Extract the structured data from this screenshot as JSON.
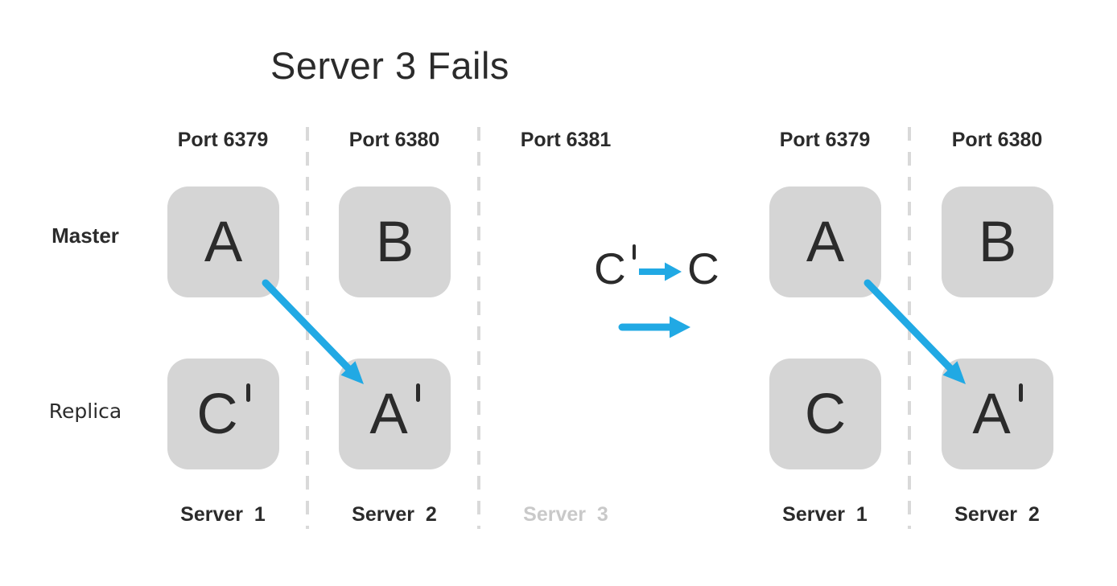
{
  "title": "Server 3 Fails",
  "colors": {
    "accent_blue": "#21A9E4",
    "box_gray": "#D5D5D5",
    "text_dark": "#2B2B2B",
    "faded_gray": "#C9C9C9",
    "divider_gray": "#D9D9D9"
  },
  "row_labels": {
    "master": "Master",
    "replica": "Replica"
  },
  "left_cluster": {
    "ports": [
      "Port 6379",
      "Port 6380",
      "Port 6381"
    ],
    "servers": [
      "Server 1",
      "Server 2",
      "Server 3"
    ],
    "failed_server_index": 2,
    "boxes": {
      "master": [
        {
          "letter": "A",
          "prime": false
        },
        {
          "letter": "B",
          "prime": false
        }
      ],
      "replica": [
        {
          "letter": "C",
          "prime": true
        },
        {
          "letter": "A",
          "prime": true
        }
      ]
    }
  },
  "transition": {
    "from": {
      "letter": "C",
      "prime": true
    },
    "to": {
      "letter": "C",
      "prime": false
    }
  },
  "right_cluster": {
    "ports": [
      "Port 6379",
      "Port 6380"
    ],
    "servers": [
      "Server 1",
      "Server 2"
    ],
    "boxes": {
      "master": [
        {
          "letter": "A",
          "prime": false
        },
        {
          "letter": "B",
          "prime": false
        }
      ],
      "replica": [
        {
          "letter": "C",
          "prime": false
        },
        {
          "letter": "A",
          "prime": true
        }
      ]
    }
  }
}
